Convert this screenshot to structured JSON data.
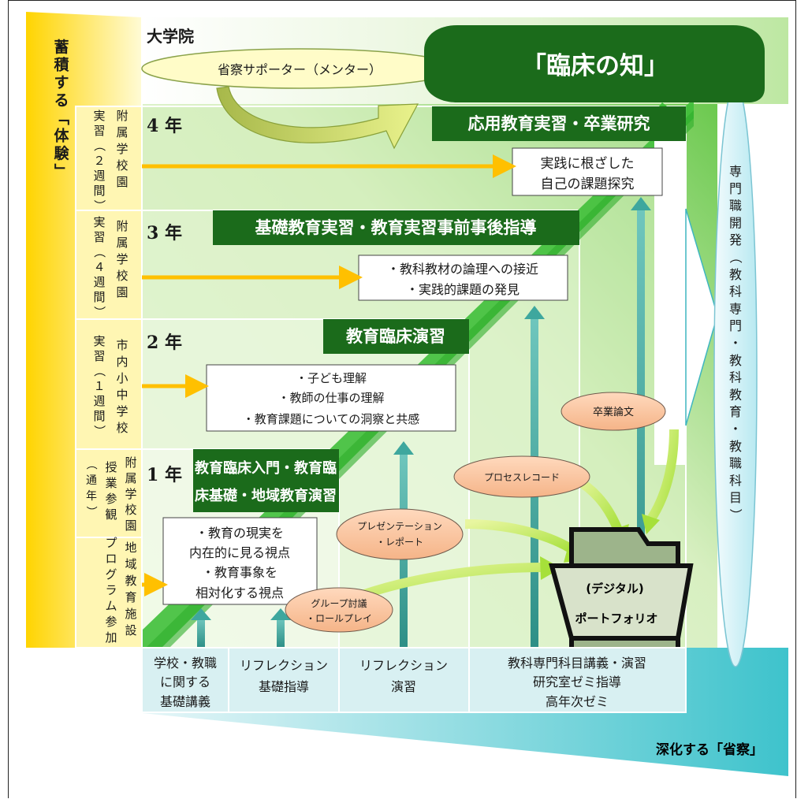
{
  "diagram": {
    "title": "大学院",
    "accumulate_label": [
      "蓄",
      "積",
      "す",
      "る",
      "「",
      "体",
      "験",
      "」"
    ],
    "reflection_label": "深化する「省察」",
    "supporter": "省察サポーター（メンター）",
    "clinical_knowledge": "「臨床の知」",
    "years": {
      "y4": "4 年",
      "y3": "3 年",
      "y2": "2 年",
      "y1": "1 年"
    },
    "course_banners": {
      "y4": "応用教育実習・卒業研究",
      "y3": "基礎教育実習・教育実習事前事後指導",
      "y2": "教育臨床演習",
      "y1_line1": "教育臨床入門・教育臨",
      "y1_line2": "床基礎・地域教育演習"
    },
    "practicum_labels": {
      "p4_a": "附属学校園",
      "p4_b": "実習（２週間）",
      "p3_a": "附属学校園",
      "p3_b": "実習（４週間）",
      "p2_a": "市内小中学校",
      "p2_b": "実習（１週間）",
      "p1_a": "附属学校園",
      "p1_b": "授業参観",
      "p1_c": "（通年）",
      "p0_a": "地域教育施設",
      "p0_b": "プログラム参加"
    },
    "outcome_boxes": {
      "y4_line1": "実践に根ざした",
      "y4_line2": "自己の課題探究",
      "y3_line1": "・教科教材の論理への接近",
      "y3_line2": "・実践的課題の発見",
      "y2_line1": "・子ども理解",
      "y2_line2": "・教師の仕事の理解",
      "y2_line3": "・教育課題についての洞察と共感",
      "y1_line1": "・教育の現実を",
      "y1_line2": "内在的に見る視点",
      "y1_line3": "・教育事象を",
      "y1_line4": "相対化する視点"
    },
    "right_column": [
      "専",
      "門",
      "職",
      "開",
      "発",
      "（",
      "教",
      "科",
      "専",
      "門",
      "・",
      "教",
      "科",
      "教",
      "育",
      "・",
      "教",
      "職",
      "科",
      "目",
      "）"
    ],
    "ovals": {
      "thesis": "卒業論文",
      "process": "プロセスレコード",
      "presentation_1": "プレゼンテーション",
      "presentation_2": "・レポート",
      "group_1": "グループ討議",
      "group_2": "・ロールプレイ"
    },
    "portfolio": {
      "line1": "(デジタル)",
      "line2": "ポートフォリオ"
    },
    "bottom_courses": {
      "c1_line1": "学校・教職",
      "c1_line2": "に関する",
      "c1_line3": "基礎講義",
      "c2_line1": "リフレクション",
      "c2_line2": "基礎指導",
      "c3_line1": "リフレクション",
      "c3_line2": "演習",
      "c4_line1": "教科専門科目講義・演習",
      "c4_line2": "研究室ゼミ指導",
      "c4_line3": "高年次ゼミ"
    }
  }
}
